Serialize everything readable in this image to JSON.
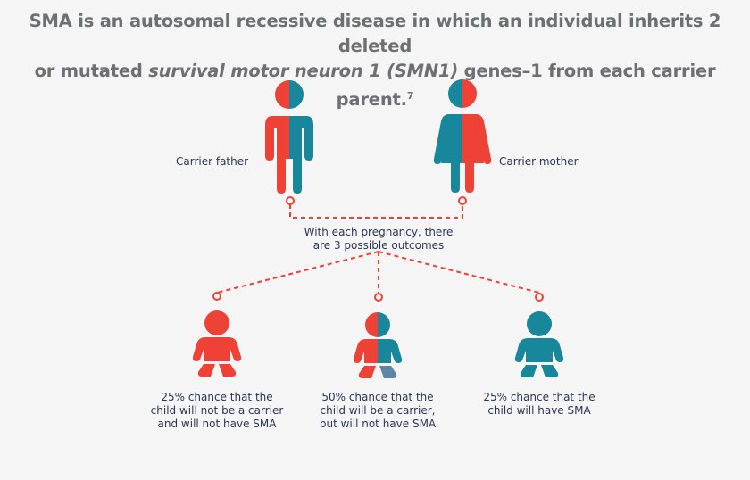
{
  "title": {
    "line1": "SMA is an autosomal recessive disease in which an individual inherits 2 deleted",
    "line2_prefix": "or mutated ",
    "line2_italic": "survival motor neuron 1 (SMN1)",
    "line2_suffix": " genes–1 from each carrier parent.",
    "footnote": "7"
  },
  "parents": {
    "father_label": "Carrier father",
    "mother_label": "Carrier mother"
  },
  "pregnancy": {
    "line1": "With each pregnancy, there",
    "line2": "are 3 possible outcomes"
  },
  "outcomes": [
    {
      "line1": "25% chance that the",
      "line2": "child will not be a carrier",
      "line3": "and will not have SMA"
    },
    {
      "line1": "50% chance that the",
      "line2": "child will be a carrier,",
      "line3": "but will not have SMA"
    },
    {
      "line1": "25% chance that the",
      "line2": "child will have SMA",
      "line3": ""
    }
  ],
  "colors": {
    "red": "#ee4237",
    "teal": "#18869b",
    "text": "#2c3558",
    "title": "#6e6f73",
    "background": "#f4f5f4"
  }
}
